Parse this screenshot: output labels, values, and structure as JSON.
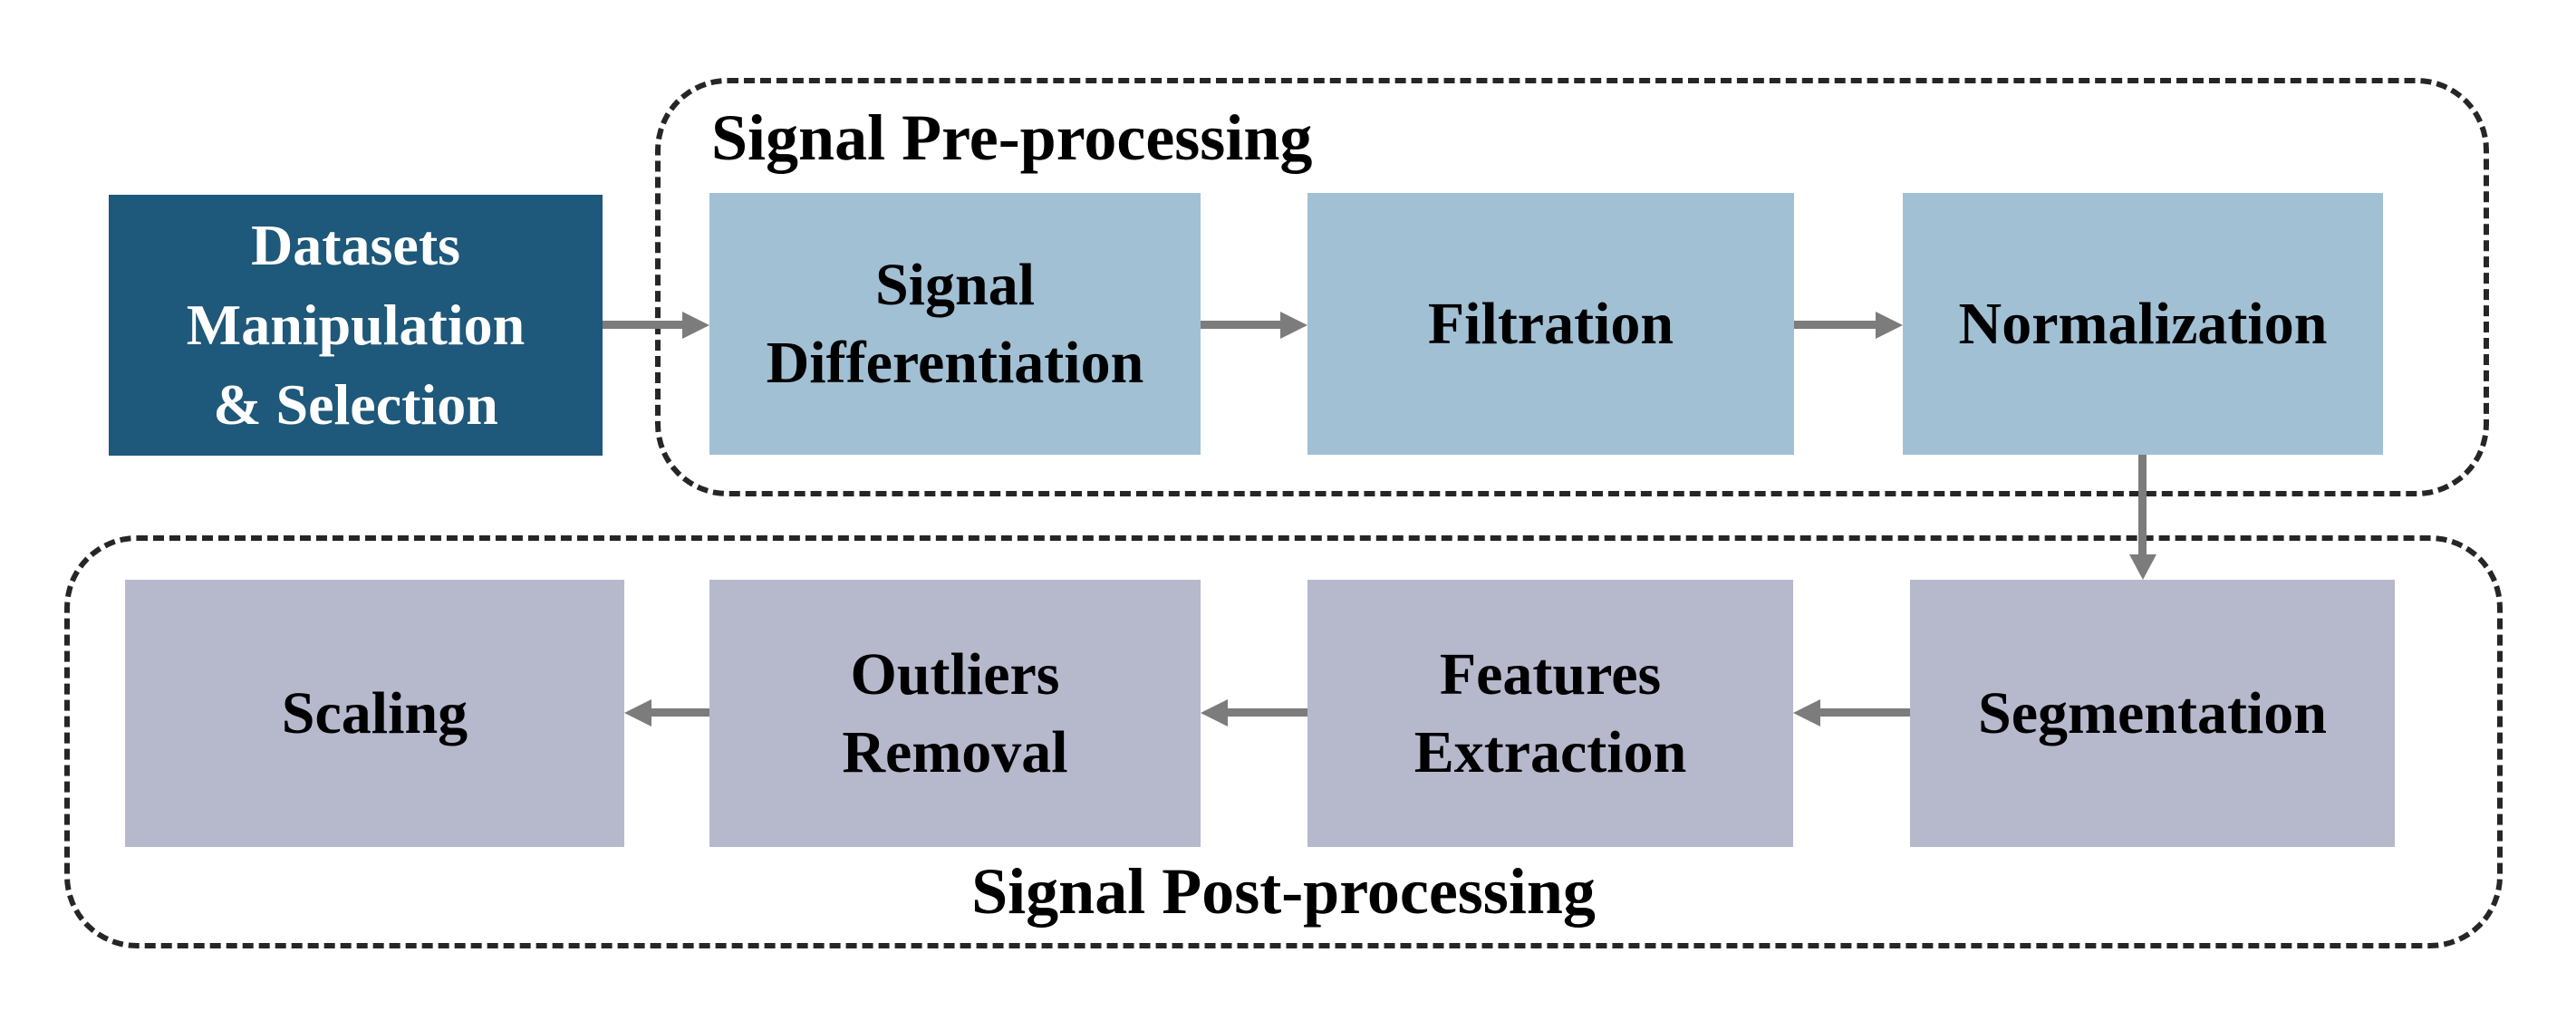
{
  "colors": {
    "source_fill": "#1E587A",
    "source_text": "#FFFFFF",
    "pre_fill": "#A2C0D4",
    "post_fill": "#B6B8CC",
    "arrow": "#7C7C7C",
    "border": "#262626",
    "text": "#000000"
  },
  "source": {
    "lines": [
      "Datasets",
      "Manipulation",
      "& Selection"
    ]
  },
  "pre_group": {
    "title": "Signal Pre-processing",
    "nodes": [
      {
        "id": "signal-differentiation",
        "lines": [
          "Signal",
          "Differentiation"
        ]
      },
      {
        "id": "filtration",
        "lines": [
          "Filtration"
        ]
      },
      {
        "id": "normalization",
        "lines": [
          "Normalization"
        ]
      }
    ]
  },
  "post_group": {
    "title": "Signal Post-processing",
    "nodes": [
      {
        "id": "segmentation",
        "lines": [
          "Segmentation"
        ]
      },
      {
        "id": "features-extraction",
        "lines": [
          "Features",
          "Extraction"
        ]
      },
      {
        "id": "outliers-removal",
        "lines": [
          "Outliers",
          "Removal"
        ]
      },
      {
        "id": "scaling",
        "lines": [
          "Scaling"
        ]
      }
    ]
  }
}
